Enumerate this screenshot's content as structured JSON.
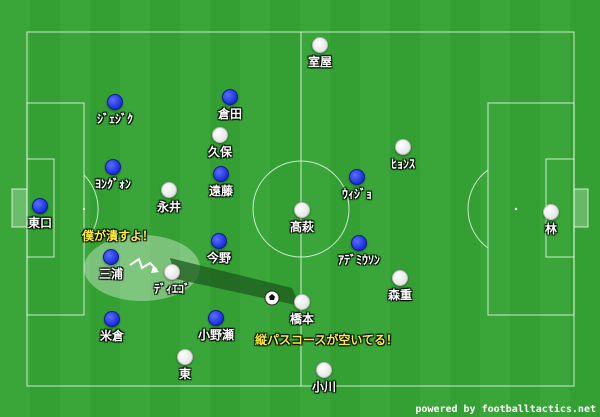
{
  "players": [
    {
      "id": "jaejuk",
      "name": "ｼﾞｪｼﾞｸ",
      "team": "blue"
    },
    {
      "id": "kurata",
      "name": "倉田",
      "team": "blue"
    },
    {
      "id": "yonggwon",
      "name": "ﾖﾝｸﾞｫﾝ",
      "team": "blue"
    },
    {
      "id": "endo",
      "name": "遠藤",
      "team": "blue"
    },
    {
      "id": "higashiguchi",
      "name": "東口",
      "team": "blue"
    },
    {
      "id": "miura",
      "name": "三浦",
      "team": "blue"
    },
    {
      "id": "imano",
      "name": "今野",
      "team": "blue"
    },
    {
      "id": "yonekura",
      "name": "米倉",
      "team": "blue"
    },
    {
      "id": "onose",
      "name": "小野瀬",
      "team": "blue"
    },
    {
      "id": "wijo",
      "name": "ｳｨｼﾞｮ",
      "team": "blue"
    },
    {
      "id": "ademilson",
      "name": "ｱﾃﾞﾐｳｿﾝ",
      "team": "blue"
    },
    {
      "id": "muroya",
      "name": "室屋",
      "team": "white"
    },
    {
      "id": "kubo",
      "name": "久保",
      "team": "white"
    },
    {
      "id": "hyonsu",
      "name": "ﾋｮﾝｽ",
      "team": "white"
    },
    {
      "id": "nagai",
      "name": "永井",
      "team": "white"
    },
    {
      "id": "takahagi",
      "name": "髙萩",
      "team": "white"
    },
    {
      "id": "hayashi",
      "name": "林",
      "team": "white"
    },
    {
      "id": "diego",
      "name": "ﾃﾞｨｴｺﾞ",
      "team": "white"
    },
    {
      "id": "morishige",
      "name": "森重",
      "team": "white"
    },
    {
      "id": "hashimoto",
      "name": "橋本",
      "team": "white"
    },
    {
      "id": "higashi",
      "name": "東",
      "team": "white"
    },
    {
      "id": "ogawa",
      "name": "小川",
      "team": "white"
    }
  ],
  "annotations": {
    "crush": "僕が潰すよ！",
    "pass_lane": "縦パスコースが空いてる！"
  },
  "footer": "powered by footballtactics.net",
  "colors": {
    "pitch": "#3aa63a",
    "pitch_stripe": "#34a034",
    "blue_player": "#1a2fd8",
    "white_player": "#ffffff",
    "annotation": "#ffee33",
    "lane": "#1e5a1e"
  }
}
